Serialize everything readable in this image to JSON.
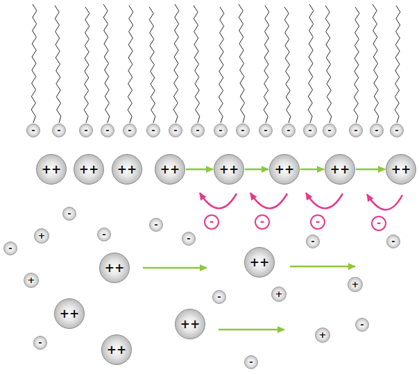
{
  "diagram": {
    "nodes": [
      {
        "text": [
          "-"
        ]
      },
      {
        "text": [
          "-"
        ]
      },
      {
        "text": [
          "-"
        ]
      },
      {
        "text": [
          "-"
        ]
      },
      {
        "text": [
          "-"
        ]
      },
      {
        "text": [
          "-"
        ]
      },
      {
        "text": [
          "-"
        ]
      },
      {
        "text": [
          "-"
        ]
      },
      {
        "text": [
          "-"
        ]
      },
      {
        "text": [
          "-"
        ]
      },
      {
        "text": [
          "-"
        ]
      },
      {
        "text": [
          "-"
        ]
      },
      {
        "text": [
          "-"
        ]
      },
      {
        "text": [
          "-"
        ]
      },
      {
        "text": [
          "-"
        ]
      },
      {
        "text": [
          "-"
        ]
      },
      {
        "text": [
          "-"
        ]
      },
      {
        "text": [
          "++"
        ]
      },
      {
        "text": [
          "++"
        ]
      },
      {
        "text": [
          "++"
        ]
      },
      {
        "text": [
          "++"
        ]
      },
      {
        "text": [
          "++"
        ]
      },
      {
        "text": [
          "++"
        ]
      },
      {
        "text": [
          "++"
        ]
      },
      {
        "text": [
          "++"
        ]
      },
      {
        "text": [
          "-"
        ]
      },
      {
        "text": [
          "-"
        ]
      },
      {
        "text": [
          "-"
        ]
      },
      {
        "text": [
          "-"
        ]
      },
      {
        "text": [
          "-"
        ]
      },
      {
        "text": [
          "-"
        ]
      },
      {
        "text": [
          "-"
        ]
      },
      {
        "text": [
          "-"
        ]
      },
      {
        "text": [
          "+"
        ]
      },
      {
        "text": [
          "-"
        ]
      },
      {
        "text": [
          "+"
        ]
      },
      {
        "text": [
          "++"
        ]
      },
      {
        "text": [
          "++"
        ]
      },
      {
        "text": [
          "++"
        ]
      },
      {
        "text": [
          "-"
        ]
      },
      {
        "text": [
          "++"
        ]
      },
      {
        "text": [
          "++"
        ]
      },
      {
        "text": [
          "-"
        ]
      },
      {
        "text": [
          "+"
        ]
      },
      {
        "text": [
          "-"
        ]
      },
      {
        "text": [
          "-"
        ]
      },
      {
        "text": [
          "+"
        ]
      },
      {
        "text": [
          "-"
        ]
      },
      {
        "text": [
          "+"
        ]
      },
      {
        "text": [
          "-"
        ]
      }
    ],
    "edges": [
      {
        "from": 20,
        "to": 21,
        "arrow": "to"
      },
      {
        "from": 21,
        "to": 22,
        "arrow": "to"
      },
      {
        "from": 22,
        "to": 23,
        "arrow": "to"
      },
      {
        "from": 23,
        "to": 24,
        "arrow": "to"
      }
    ]
  }
}
